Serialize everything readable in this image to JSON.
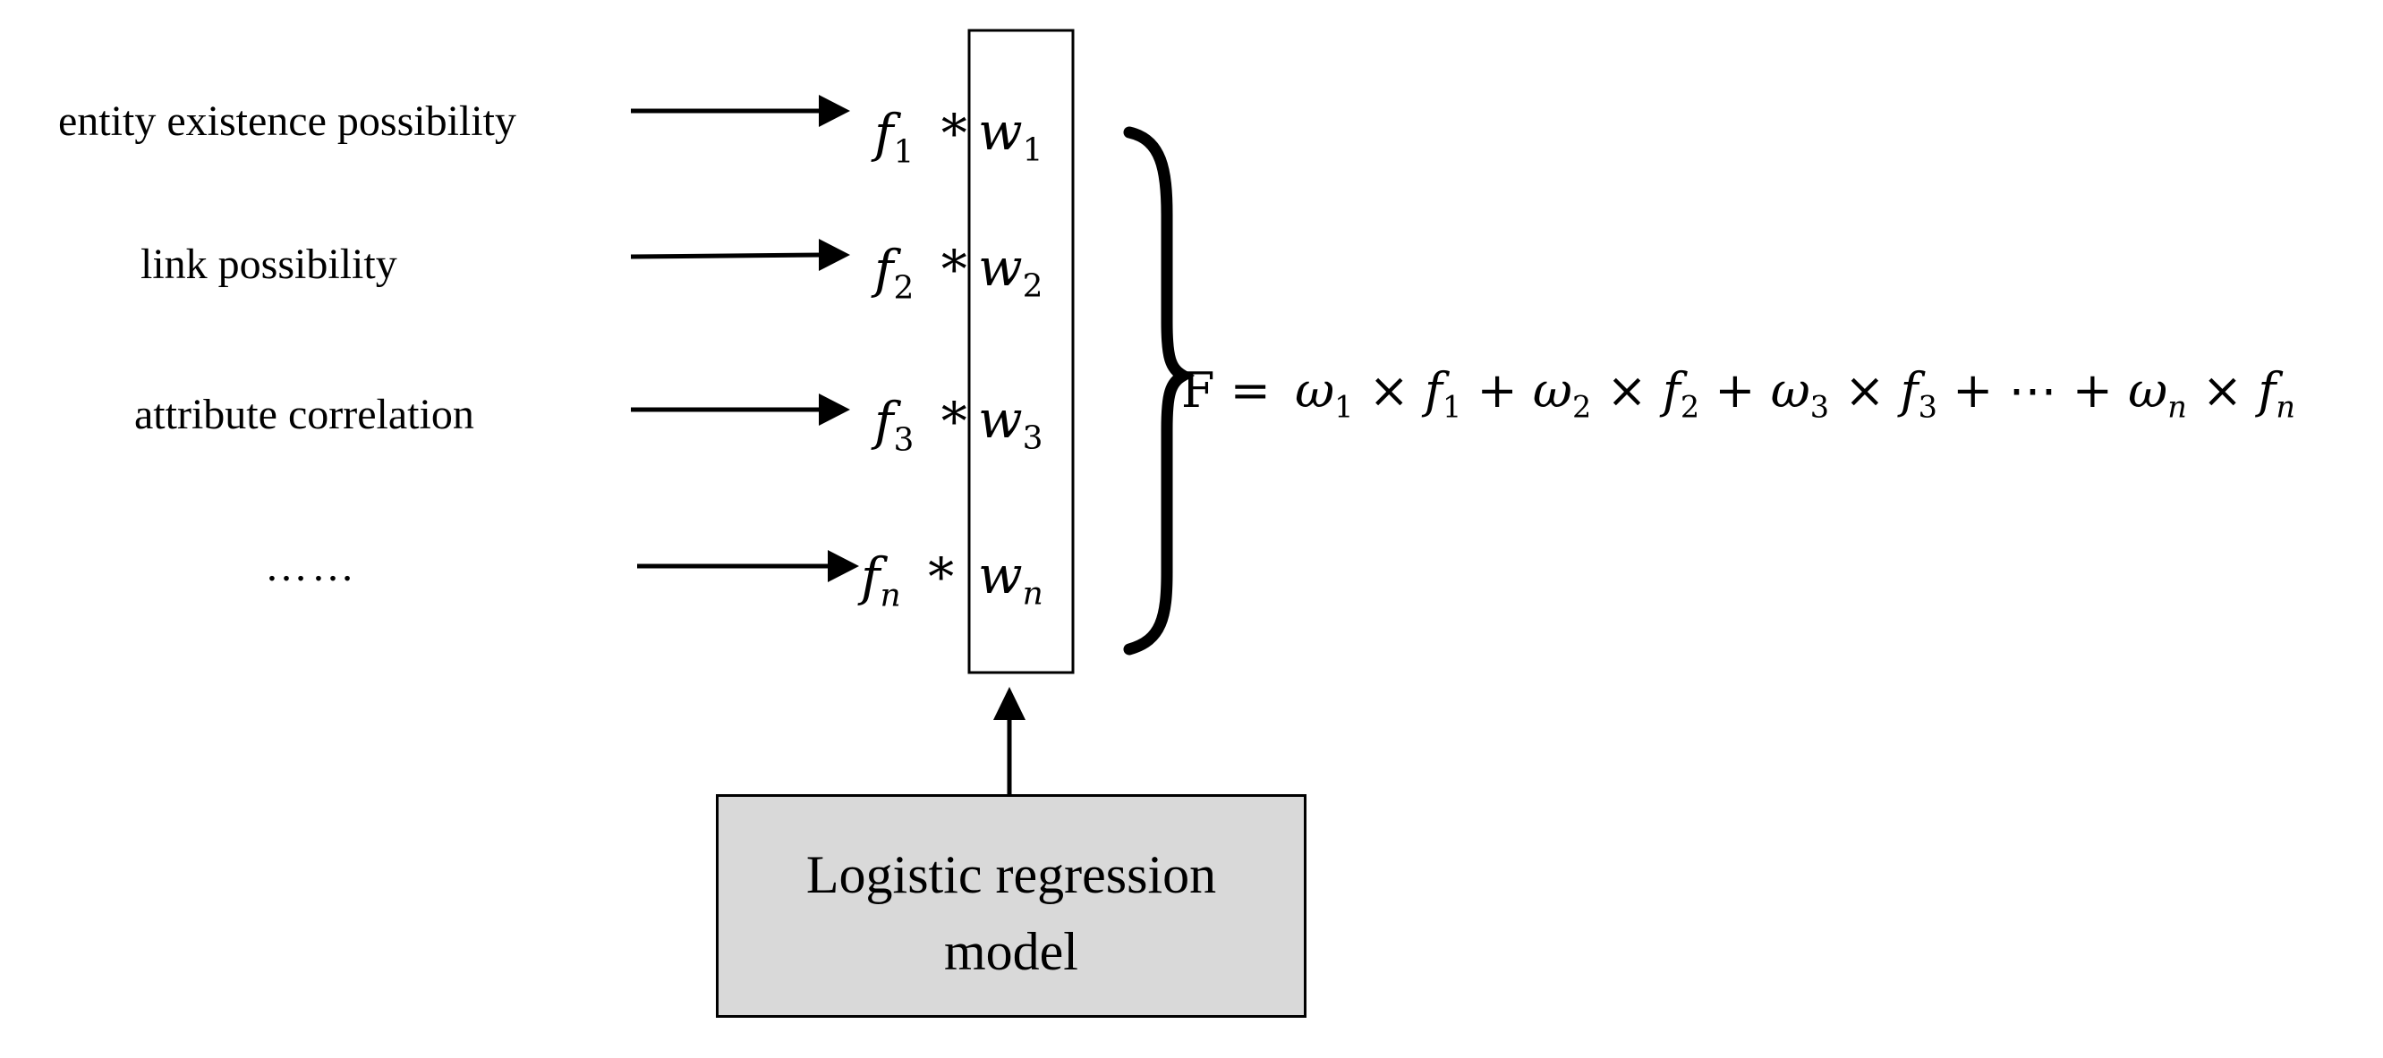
{
  "features": [
    {
      "label": "entity existence possibility",
      "term": "f",
      "weight": "w",
      "index": "1"
    },
    {
      "label": "link possibility",
      "term": "f",
      "weight": "w",
      "index": "2"
    },
    {
      "label": "attribute correlation",
      "term": "f",
      "weight": "w",
      "index": "3"
    },
    {
      "label": "……",
      "term": "f",
      "weight": "w",
      "index": "n"
    }
  ],
  "operator": "*",
  "formula": {
    "lhs": "F =",
    "terms": [
      {
        "omega": "ω",
        "index": "1",
        "times": "×",
        "f": "f"
      },
      {
        "omega": "ω",
        "index": "2",
        "times": "×",
        "f": "f"
      },
      {
        "omega": "ω",
        "index": "3",
        "times": "×",
        "f": "f"
      },
      {
        "omega": "ω",
        "index": "n",
        "times": "×",
        "f": "f"
      }
    ],
    "plus": "+",
    "ellipsis": "⋯"
  },
  "model": {
    "label": "Logistic regression\nmodel"
  }
}
